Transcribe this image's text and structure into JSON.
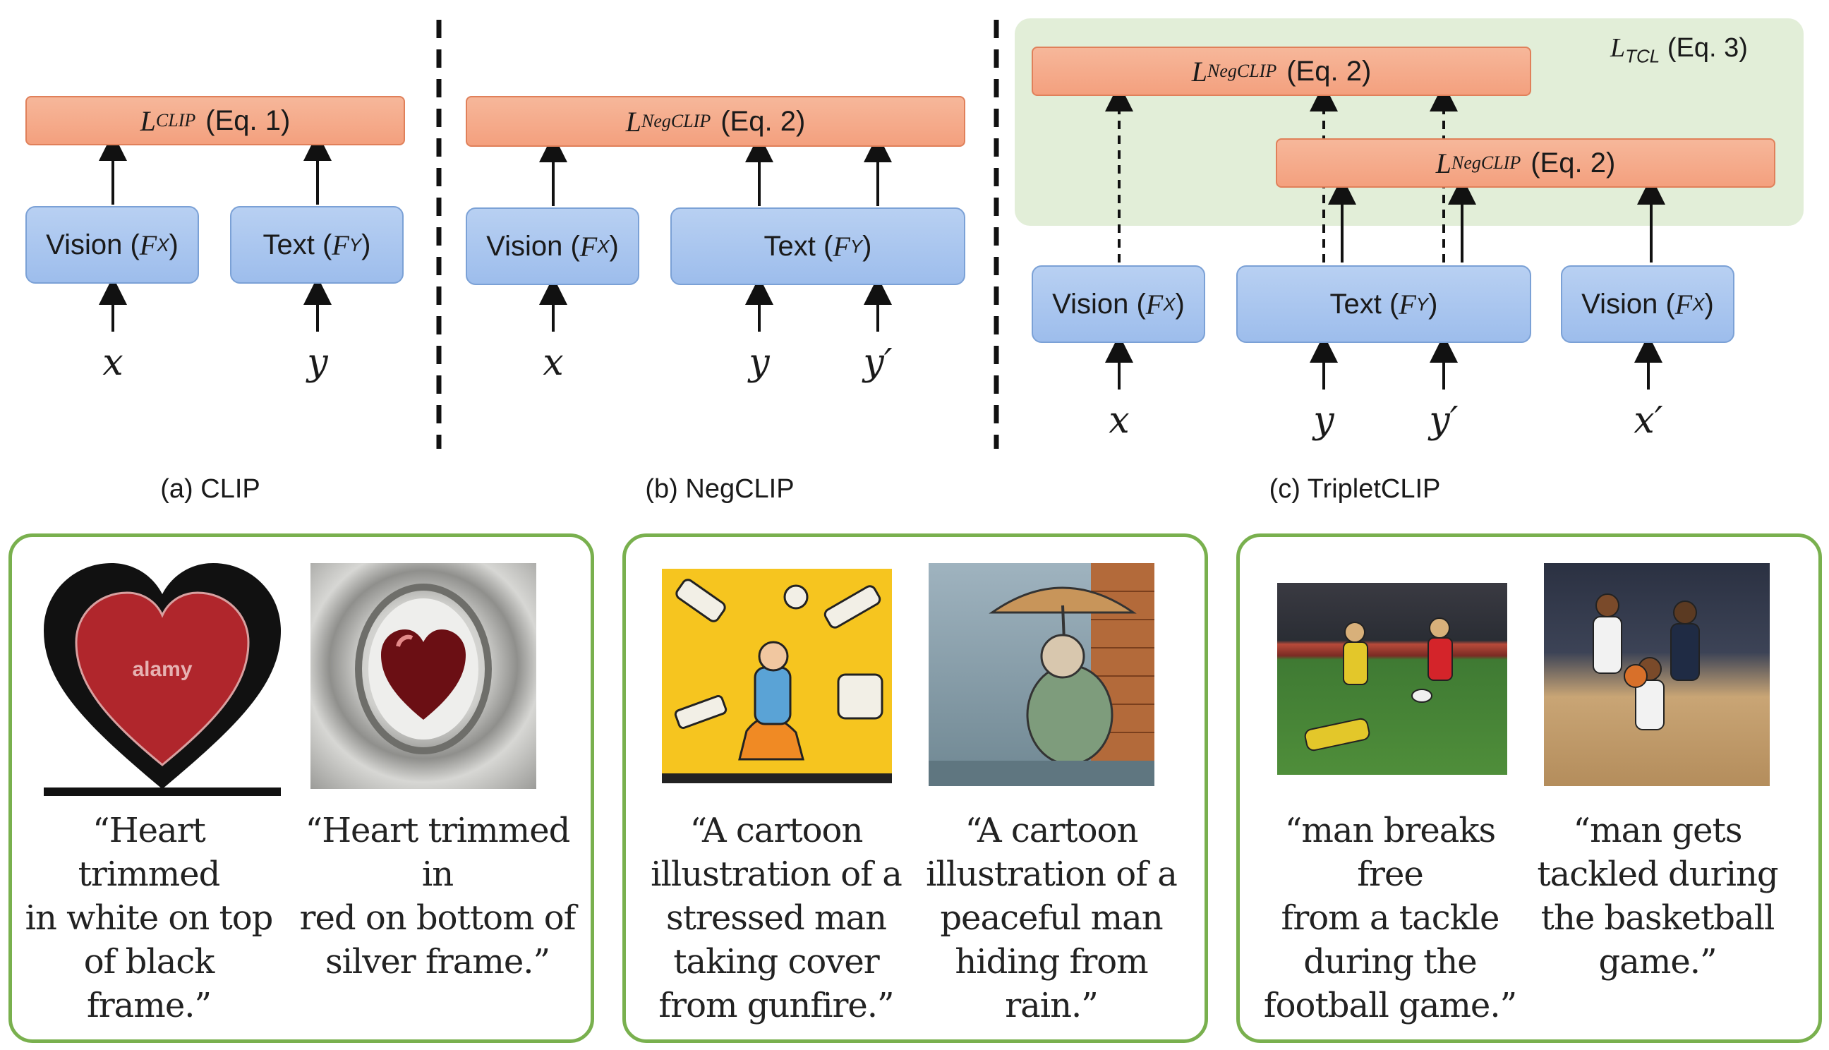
{
  "panel_a": {
    "loss": {
      "symbol": "L",
      "sub": "CLIP",
      "eq": "(Eq. 1)"
    },
    "vision": {
      "label": "Vision (",
      "sym": "F",
      "sub": "X",
      "close": ")"
    },
    "text": {
      "label": "Text (",
      "sym": "F",
      "sub": "Y",
      "close": ")"
    },
    "vars": [
      "x",
      "y"
    ],
    "caption": "(a) CLIP"
  },
  "panel_b": {
    "loss": {
      "symbol": "L",
      "sub": "NegCLIP",
      "eq": "(Eq. 2)"
    },
    "vision": {
      "label": "Vision (",
      "sym": "F",
      "sub": "X",
      "close": ")"
    },
    "text": {
      "label": "Text (",
      "sym": "F",
      "sub": "Y",
      "close": ")"
    },
    "vars": [
      "x",
      "y",
      "y′"
    ],
    "caption": "(b) NegCLIP"
  },
  "panel_c": {
    "tcl": {
      "symbol": "L",
      "sub": "TCL",
      "eq": "(Eq. 3)"
    },
    "loss_top": {
      "symbol": "L",
      "sub": "NegCLIP",
      "eq": "(Eq. 2)"
    },
    "loss_bottom": {
      "symbol": "L",
      "sub": "NegCLIP",
      "eq": "(Eq. 2)"
    },
    "vision1": {
      "label": "Vision (",
      "sym": "F",
      "sub": "X",
      "close": ")"
    },
    "text": {
      "label": "Text (",
      "sym": "F",
      "sub": "Y",
      "close": ")"
    },
    "vision2": {
      "label": "Vision (",
      "sym": "F",
      "sub": "X",
      "close": ")"
    },
    "vars": [
      "x",
      "y",
      "y′",
      "x′"
    ],
    "caption": "(c) TripletCLIP"
  },
  "examples": {
    "a_left_quote": [
      "“Heart trimmed",
      "in white on top",
      "of black",
      "frame.”"
    ],
    "a_right_quote": [
      "“Heart trimmed in",
      "red on bottom of",
      "silver frame.”"
    ],
    "b_left_quote": [
      "“A cartoon",
      "illustration of a",
      "stressed man",
      "taking cover",
      "from gunfire.”"
    ],
    "b_right_quote": [
      "“A cartoon",
      "illustration of a",
      "peaceful man",
      "hiding from rain.”"
    ],
    "c_left_quote": [
      "“man breaks free",
      "from a tackle",
      "during the",
      "football game.”"
    ],
    "c_right_quote": [
      "“man gets",
      "tackled during",
      "the basketball",
      "game.”"
    ],
    "watermark": "alamy"
  },
  "colors": {
    "loss_fill": "#f4a07e",
    "encoder_fill": "#9dbdec",
    "tcl_region": "#e2eed8",
    "panel_border": "#79b04e"
  }
}
